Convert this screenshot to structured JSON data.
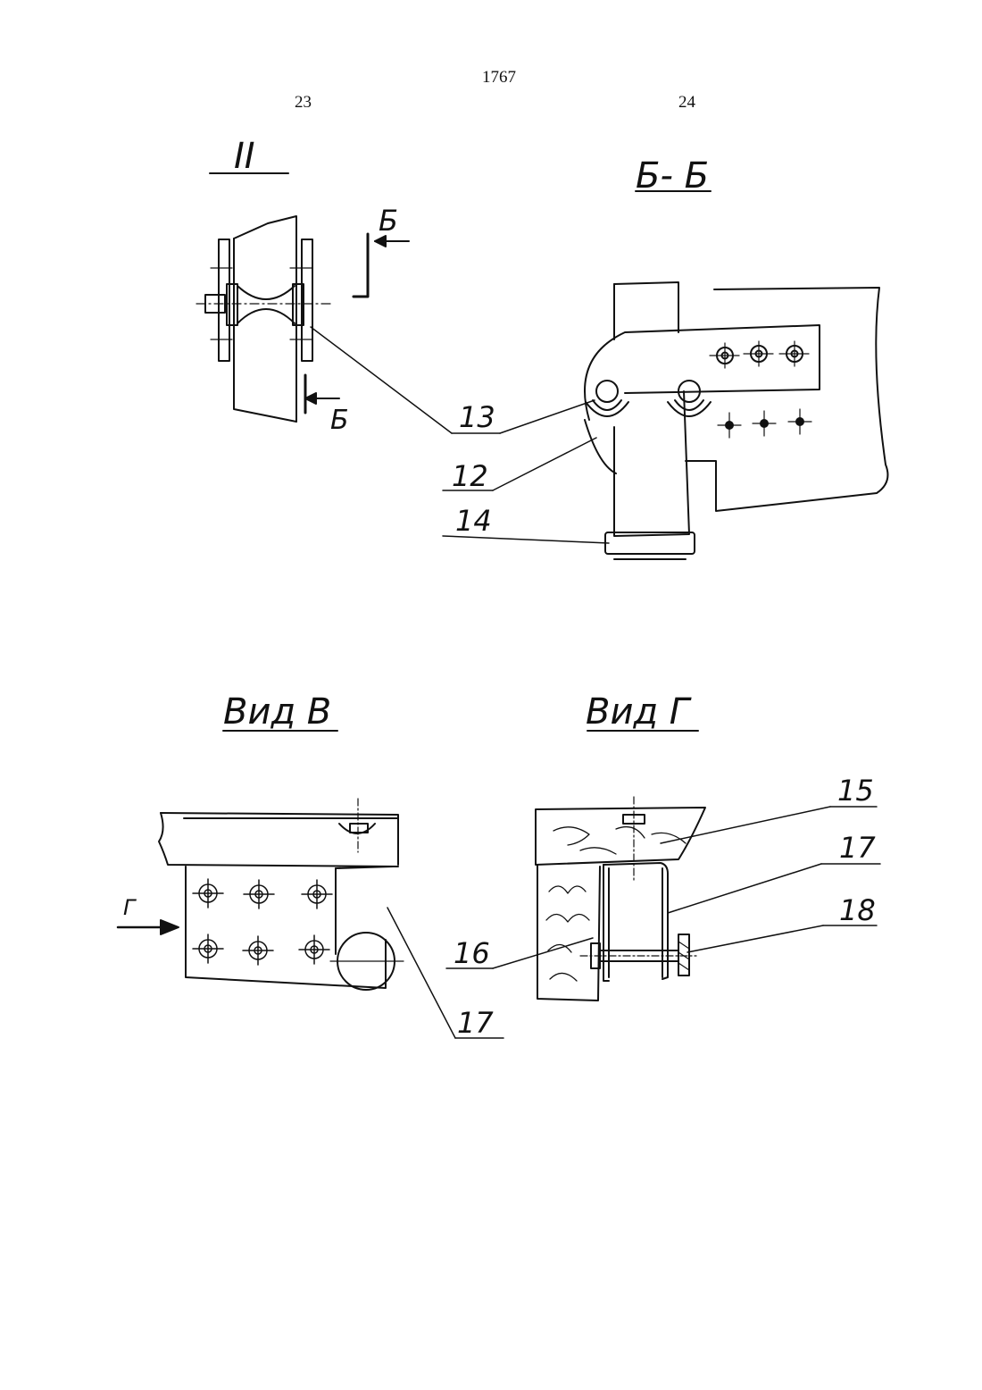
{
  "header": {
    "patent_number": "1767",
    "page_left": "23",
    "page_right": "24"
  },
  "figures": {
    "fig_II": {
      "title": "II"
    },
    "fig_BB": {
      "title": "Б- Б",
      "cut_mark": "Б"
    },
    "fig_viewV": {
      "title": "Вид В",
      "view_arrow_label": "Г"
    },
    "fig_viewG": {
      "title": "Вид Г"
    }
  },
  "callouts": {
    "c13": "13",
    "c12": "12",
    "c14": "14",
    "c15": "15",
    "c17_g": "17",
    "c18": "18",
    "c16": "16",
    "c17_v": "17"
  }
}
